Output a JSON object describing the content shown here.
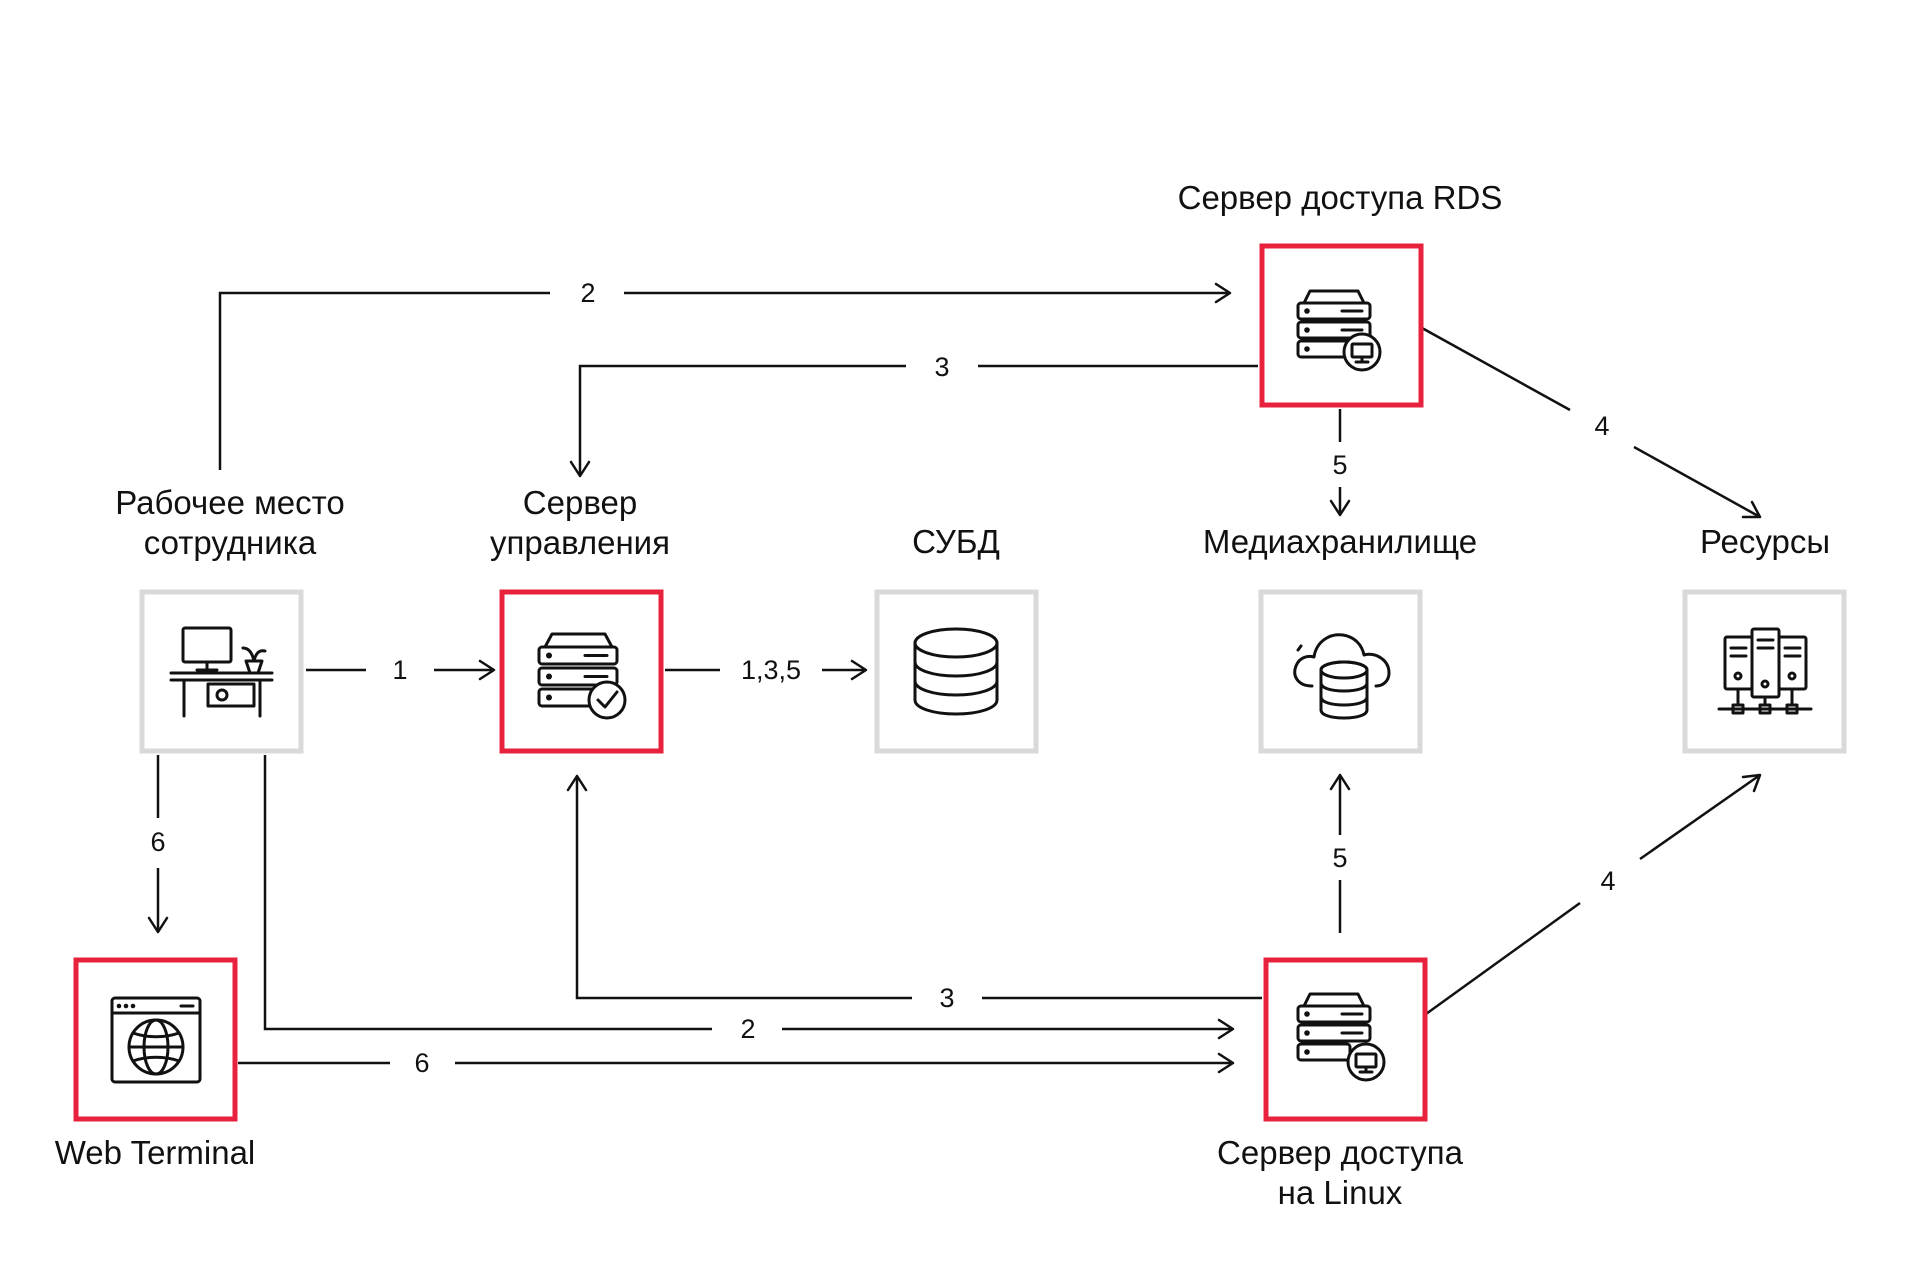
{
  "colors": {
    "accent": "#e8213c",
    "neutral_box": "#d9d9d9",
    "ink": "#111111"
  },
  "nodes": {
    "workstation": {
      "label_line1": "Рабочее место",
      "label_line2": "сотрудника",
      "icon": "desk-workstation-icon",
      "highlight": false
    },
    "mgmt_server": {
      "label_line1": "Сервер",
      "label_line2": "управления",
      "icon": "server-check-icon",
      "highlight": true
    },
    "dbms": {
      "label": "СУБД",
      "icon": "database-icon",
      "highlight": false
    },
    "media_storage": {
      "label": "Медиахранилище",
      "icon": "cloud-database-icon",
      "highlight": false
    },
    "resources": {
      "label": "Ресурсы",
      "icon": "server-cluster-icon",
      "highlight": false
    },
    "rds_server": {
      "label": "Сервер доступа RDS",
      "icon": "server-monitor-icon",
      "highlight": true
    },
    "linux_server": {
      "label_line1": "Сервер доступа",
      "label_line2": "на Linux",
      "icon": "server-monitor-icon",
      "highlight": true
    },
    "web_terminal": {
      "label": "Web Terminal",
      "icon": "browser-globe-icon",
      "highlight": true
    }
  },
  "edges": [
    {
      "from": "workstation",
      "to": "mgmt_server",
      "label": "1"
    },
    {
      "from": "workstation",
      "to": "rds_server",
      "label": "2"
    },
    {
      "from": "rds_server",
      "to": "mgmt_server",
      "label": "3"
    },
    {
      "from": "rds_server",
      "to": "resources",
      "label": "4"
    },
    {
      "from": "rds_server",
      "to": "media_storage",
      "label": "5"
    },
    {
      "from": "mgmt_server",
      "to": "dbms",
      "label": "1,3,5"
    },
    {
      "from": "workstation",
      "to": "web_terminal",
      "label": "6"
    },
    {
      "from": "linux_server",
      "to": "media_storage",
      "label": "5"
    },
    {
      "from": "linux_server",
      "to": "resources",
      "label": "4"
    },
    {
      "from": "linux_server",
      "to": "mgmt_server",
      "label": "3"
    },
    {
      "from": "workstation",
      "to": "linux_server",
      "label": "2"
    },
    {
      "from": "web_terminal",
      "to": "linux_server",
      "label": "6"
    }
  ]
}
